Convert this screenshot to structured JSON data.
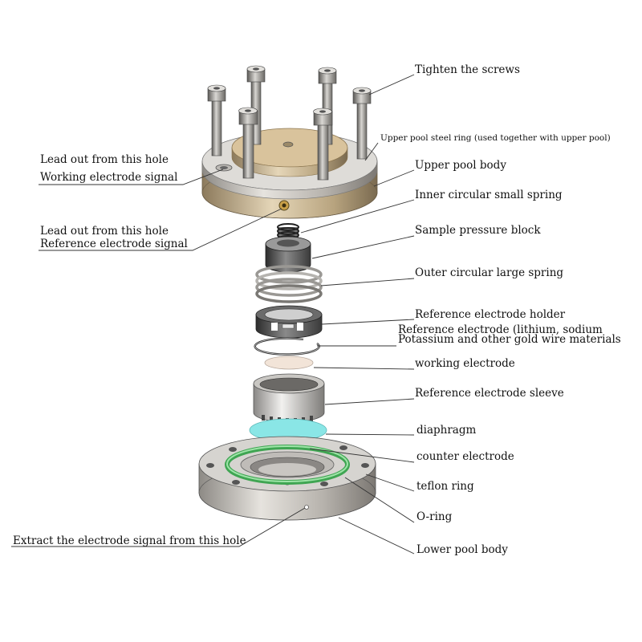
{
  "labels": {
    "tighten_screws": "Tighten the screws",
    "upper_steel_ring": "Upper pool steel ring (used together with upper pool)",
    "upper_pool_body": "Upper pool body",
    "inner_spring": "Inner circular small spring",
    "sample_block": "Sample pressure block",
    "outer_spring": "Outer circular large spring",
    "ref_holder": "Reference electrode holder",
    "ref_electrode_1": "Reference electrode (lithium, sodium",
    "ref_electrode_2": "Potassium and other gold wire materials",
    "working_electrode": "working electrode",
    "ref_sleeve": "Reference electrode sleeve",
    "diaphragm": "diaphragm",
    "counter_electrode": "counter electrode",
    "teflon_ring": "teflon ring",
    "o_ring": "O-ring",
    "lower_pool_body": "Lower pool body",
    "lead_out_1": "Lead out from this hole",
    "working_signal": "Working electrode signal",
    "lead_out_2": "Lead out from this hole",
    "reference_signal": "Reference electrode signal",
    "extract_signal": "Extract the electrode signal from this hole"
  },
  "colors": {
    "metal_light": "#d8d6d3",
    "metal_dark": "#8f8c88",
    "gold": "#c9b48c",
    "bronze": "#b9a47c",
    "teal": "#8ae6e6",
    "orange": "#f2a030",
    "green": "#7acf86",
    "beige": "#f2e4d8",
    "dark": "#3a3a3a"
  }
}
